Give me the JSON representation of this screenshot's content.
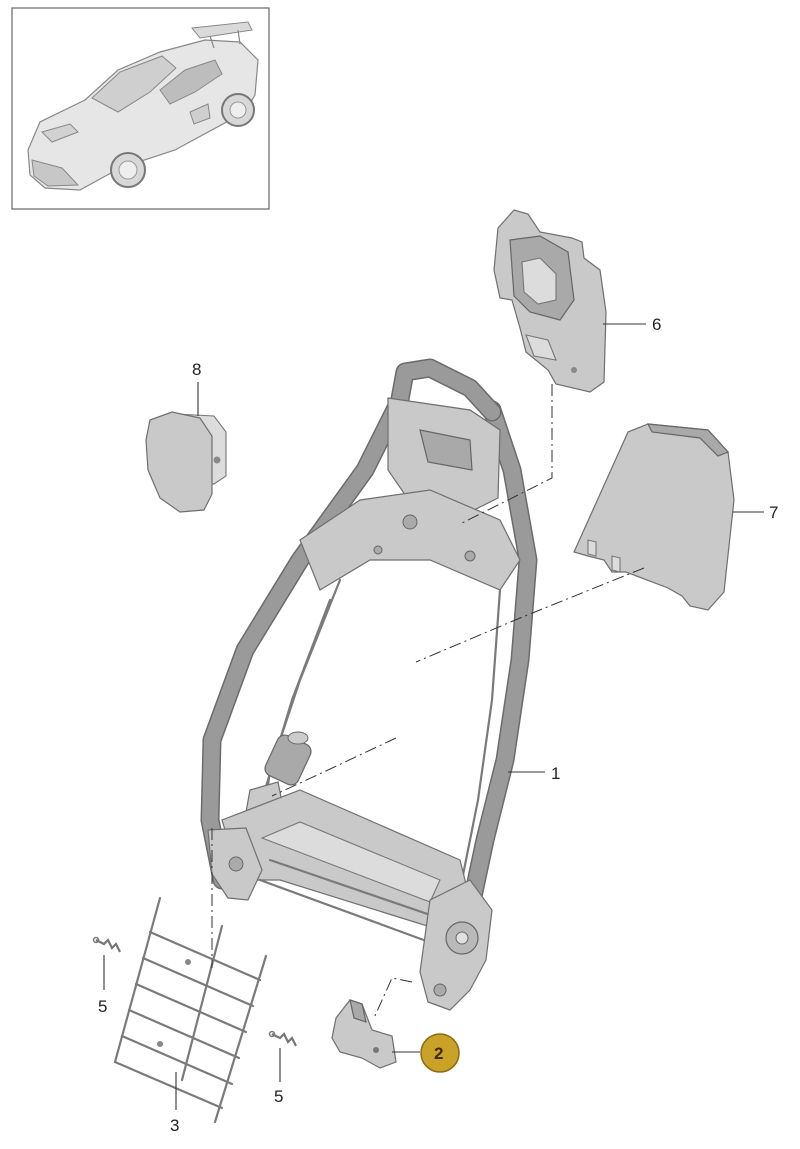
{
  "callouts": {
    "c1": "1",
    "c2": "2",
    "c3": "3",
    "c5a": "5",
    "c5b": "5",
    "c6": "6",
    "c7": "7",
    "c8": "8"
  },
  "colors": {
    "highlight_badge": "#c9a227",
    "badge_border": "#8a6d12",
    "part_fill": "#c9c9c9",
    "line": "#333333"
  }
}
